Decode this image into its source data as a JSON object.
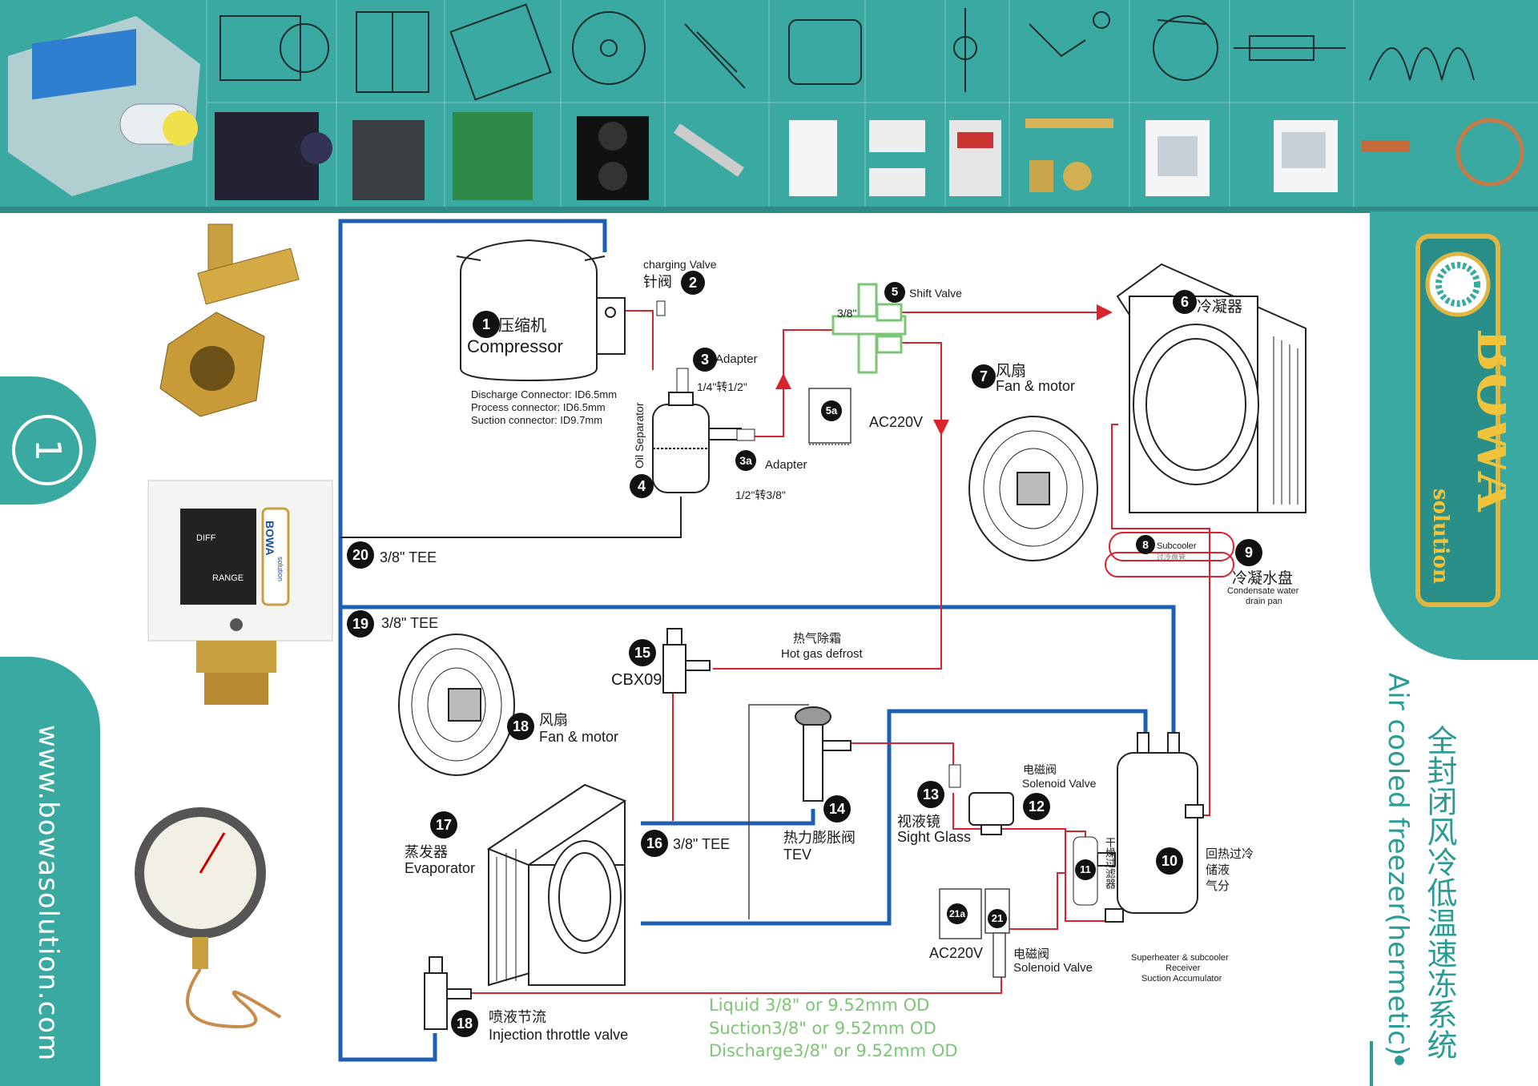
{
  "brand": {
    "name": "BOWA",
    "tag": "solution",
    "website": "www.bowasolution.com",
    "page": "1"
  },
  "title": {
    "cn": "全封闭风冷低温速冻系统",
    "en": "Air cooled freezer(hermetic)"
  },
  "components": {
    "compressor": {
      "num": "1",
      "cn": "压缩机",
      "en": "Compressor",
      "specs": [
        "Discharge Connector: ID6.5mm",
        "Process connector: ID6.5mm",
        "Suction connector: ID9.7mm"
      ]
    },
    "charging_valve": {
      "num": "2",
      "en": "charging Valve",
      "cn": "针阀"
    },
    "adapter": {
      "num": "3",
      "en": "Adapter",
      "size": "1/4\"转1/2\""
    },
    "adapter_3a": {
      "num": "3a",
      "en": "Adapter",
      "size": "1/2\"转3/8\""
    },
    "oil_separator": {
      "num": "4",
      "en": "Oil Separator"
    },
    "shift_valve": {
      "num": "5",
      "en": "Shift Valve",
      "size": "3/8\""
    },
    "coil_5a": {
      "num": "5a",
      "voltage": "AC220V"
    },
    "condenser": {
      "num": "6",
      "cn": "冷凝器"
    },
    "fan_7": {
      "num": "7",
      "cn": "风扇",
      "en": "Fan & motor"
    },
    "subcooler": {
      "num": "8",
      "en": "Subcooler",
      "cn": "过冷盘管"
    },
    "drain_pan": {
      "num": "9",
      "cn": "冷凝水盘",
      "en1": "Condensate water",
      "en2": "drain pan"
    },
    "accumulator": {
      "num": "10",
      "cn1": "回热过冷",
      "cn2": "储液",
      "cn3": "气分",
      "en1": "Superheater & subcooler",
      "en2": "Receiver",
      "en3": "Suction Accumulator"
    },
    "filter_drier": {
      "num": "11",
      "cn": "干燥过滤器"
    },
    "solenoid_12": {
      "num": "12",
      "cn": "电磁阀",
      "en": "Solenoid Valve"
    },
    "sight_glass": {
      "num": "13",
      "cn": "视液镜",
      "en": "Sight Glass"
    },
    "tev": {
      "num": "14",
      "cn": "热力膨胀阀",
      "en": "TEV"
    },
    "cbx09": {
      "num": "15",
      "en": "CBX09"
    },
    "hot_gas": {
      "cn": "热气除霜",
      "en": "Hot gas defrost"
    },
    "tee_16": {
      "num": "16",
      "en": "3/8\" TEE"
    },
    "evaporator": {
      "num": "17",
      "cn": "蒸发器",
      "en": "Evaporator"
    },
    "fan_18": {
      "num": "18",
      "cn": "风扇",
      "en": "Fan & motor"
    },
    "injection": {
      "num": "18",
      "cn": "喷液节流",
      "en": "Injection throttle valve"
    },
    "tee_19": {
      "num": "19",
      "en": "3/8\" TEE"
    },
    "tee_20": {
      "num": "20",
      "en": "3/8\" TEE"
    },
    "solenoid_21": {
      "num": "21",
      "cn": "电磁阀",
      "en": "Solenoid Valve"
    },
    "coil_21a": {
      "num": "21a",
      "voltage": "AC220V"
    }
  },
  "legend": [
    "Liquid 3/8\" or 9.52mm OD",
    "Suction3/8\" or 9.52mm OD",
    "Discharge3/8\" or 9.52mm OD"
  ],
  "pressure_switch": {
    "brand": "BOWA",
    "tag": "solution",
    "diff": "DIFF",
    "range": "RANGE"
  },
  "colors": {
    "teal": "#3aa9a1",
    "liquid": "#d9232e",
    "suction": "#1e5fb4",
    "discharge": "#7cc576"
  }
}
